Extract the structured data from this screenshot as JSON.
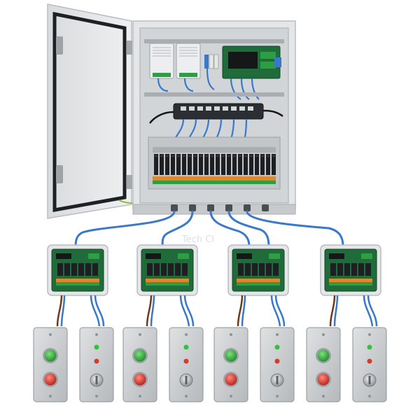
{
  "scene": {
    "watermark": "Tech Cl",
    "colors": {
      "enclosure": "#e4e6e7",
      "enclosure_edge": "#b9bdc0",
      "backplate": "#d2d5d7",
      "din_rail": "#a9aeb2",
      "pcb": "#1f6b3a",
      "relay": "#1d1f22",
      "terminal_orange": "#e2862b",
      "terminal_green": "#2e9e45",
      "cable_blue": "#3a78c9",
      "cable_brown": "#6b3a1c",
      "plate": "#c9ccce",
      "button_green": "#2eaa3c",
      "button_red": "#d8302a",
      "led_green": "#34c23c",
      "led_red": "#d83a2a"
    },
    "remote_units": [
      {
        "id": "unit-1"
      },
      {
        "id": "unit-2"
      },
      {
        "id": "unit-3"
      },
      {
        "id": "unit-4"
      }
    ]
  }
}
